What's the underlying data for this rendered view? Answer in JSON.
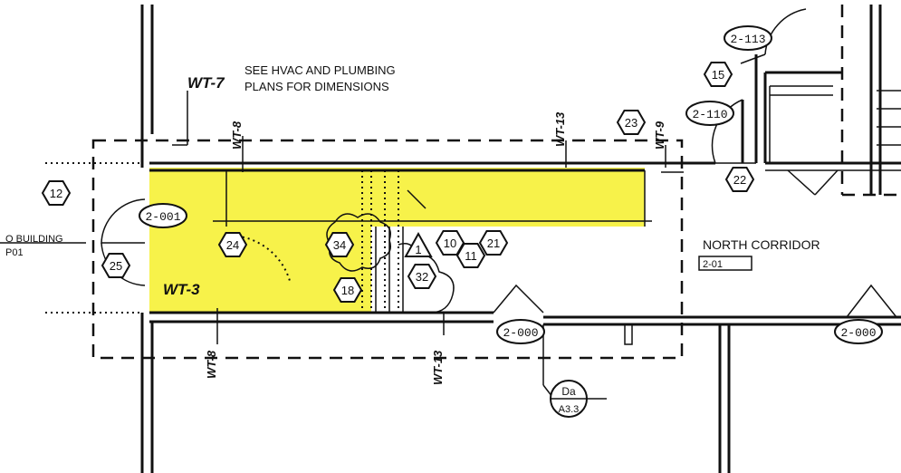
{
  "notes": {
    "hvac_line1": "SEE HVAC AND PLUMBING",
    "hvac_line2": "PLANS FOR DIMENSIONS"
  },
  "wall_tags": {
    "wt7": "WT-7",
    "wt8_top": "WT-8",
    "wt8_bottom": "WT-8",
    "wt13_top": "WT-13",
    "wt13_bottom": "WT-13",
    "wt9": "WT-9",
    "wt3": "WT-3"
  },
  "rooms": {
    "north_corridor_name": "NORTH CORRIDOR",
    "north_corridor_number": "2-01",
    "building_partial": "O BUILDING",
    "building_code_partial": "P01"
  },
  "doors": {
    "d2001": "2-001",
    "d2113": "2-113",
    "d2110": "2-110",
    "d2000a": "2-000",
    "d2000b": "2-000"
  },
  "keynotes": {
    "k12": "12",
    "k24": "24",
    "k25": "25",
    "k34": "34",
    "k18": "18",
    "k10": "10",
    "k11": "11",
    "k21": "21",
    "k32": "32",
    "k23": "23",
    "k15": "15",
    "k22": "22"
  },
  "revision_delta": "1",
  "detail_ref": {
    "id": "Da",
    "sheet": "A3.3"
  },
  "colors": {
    "highlight": "#f7f24a",
    "ink": "#111111"
  }
}
